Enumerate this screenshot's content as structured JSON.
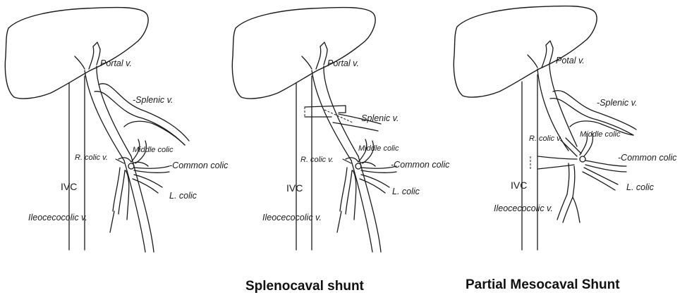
{
  "panels": [
    {
      "caption": "",
      "labels": {
        "portal": "Portal v.",
        "splenic": "-Splenic v.",
        "middle_colic": "Middle colic",
        "r_colic": "R. colic v.",
        "common_colic": "-Common colic",
        "ivc": "IVC",
        "l_colic": "L. colic",
        "ileocecocolic": "Ileocecocolic v."
      }
    },
    {
      "caption": "Splenocaval shunt",
      "labels": {
        "portal": "Portal v.",
        "splenic": "-Splenic v.",
        "middle_colic": "Middle colic",
        "r_colic": "R. colic v.",
        "common_colic": "-Common colic",
        "ivc": "IVC",
        "l_colic": "L. colic",
        "ileocecocolic": "Ileocecocolic v."
      }
    },
    {
      "caption": "Partial Mesocaval Shunt",
      "labels": {
        "portal": "Potal v.",
        "splenic": "-Splenic v.",
        "middle_colic": "Middle colic",
        "r_colic": "R. colic v.",
        "common_colic": "-Common colic",
        "ivc": "IVC",
        "l_colic": "L. colic",
        "ileocecocolic": "Ileocecocolic v."
      }
    }
  ]
}
